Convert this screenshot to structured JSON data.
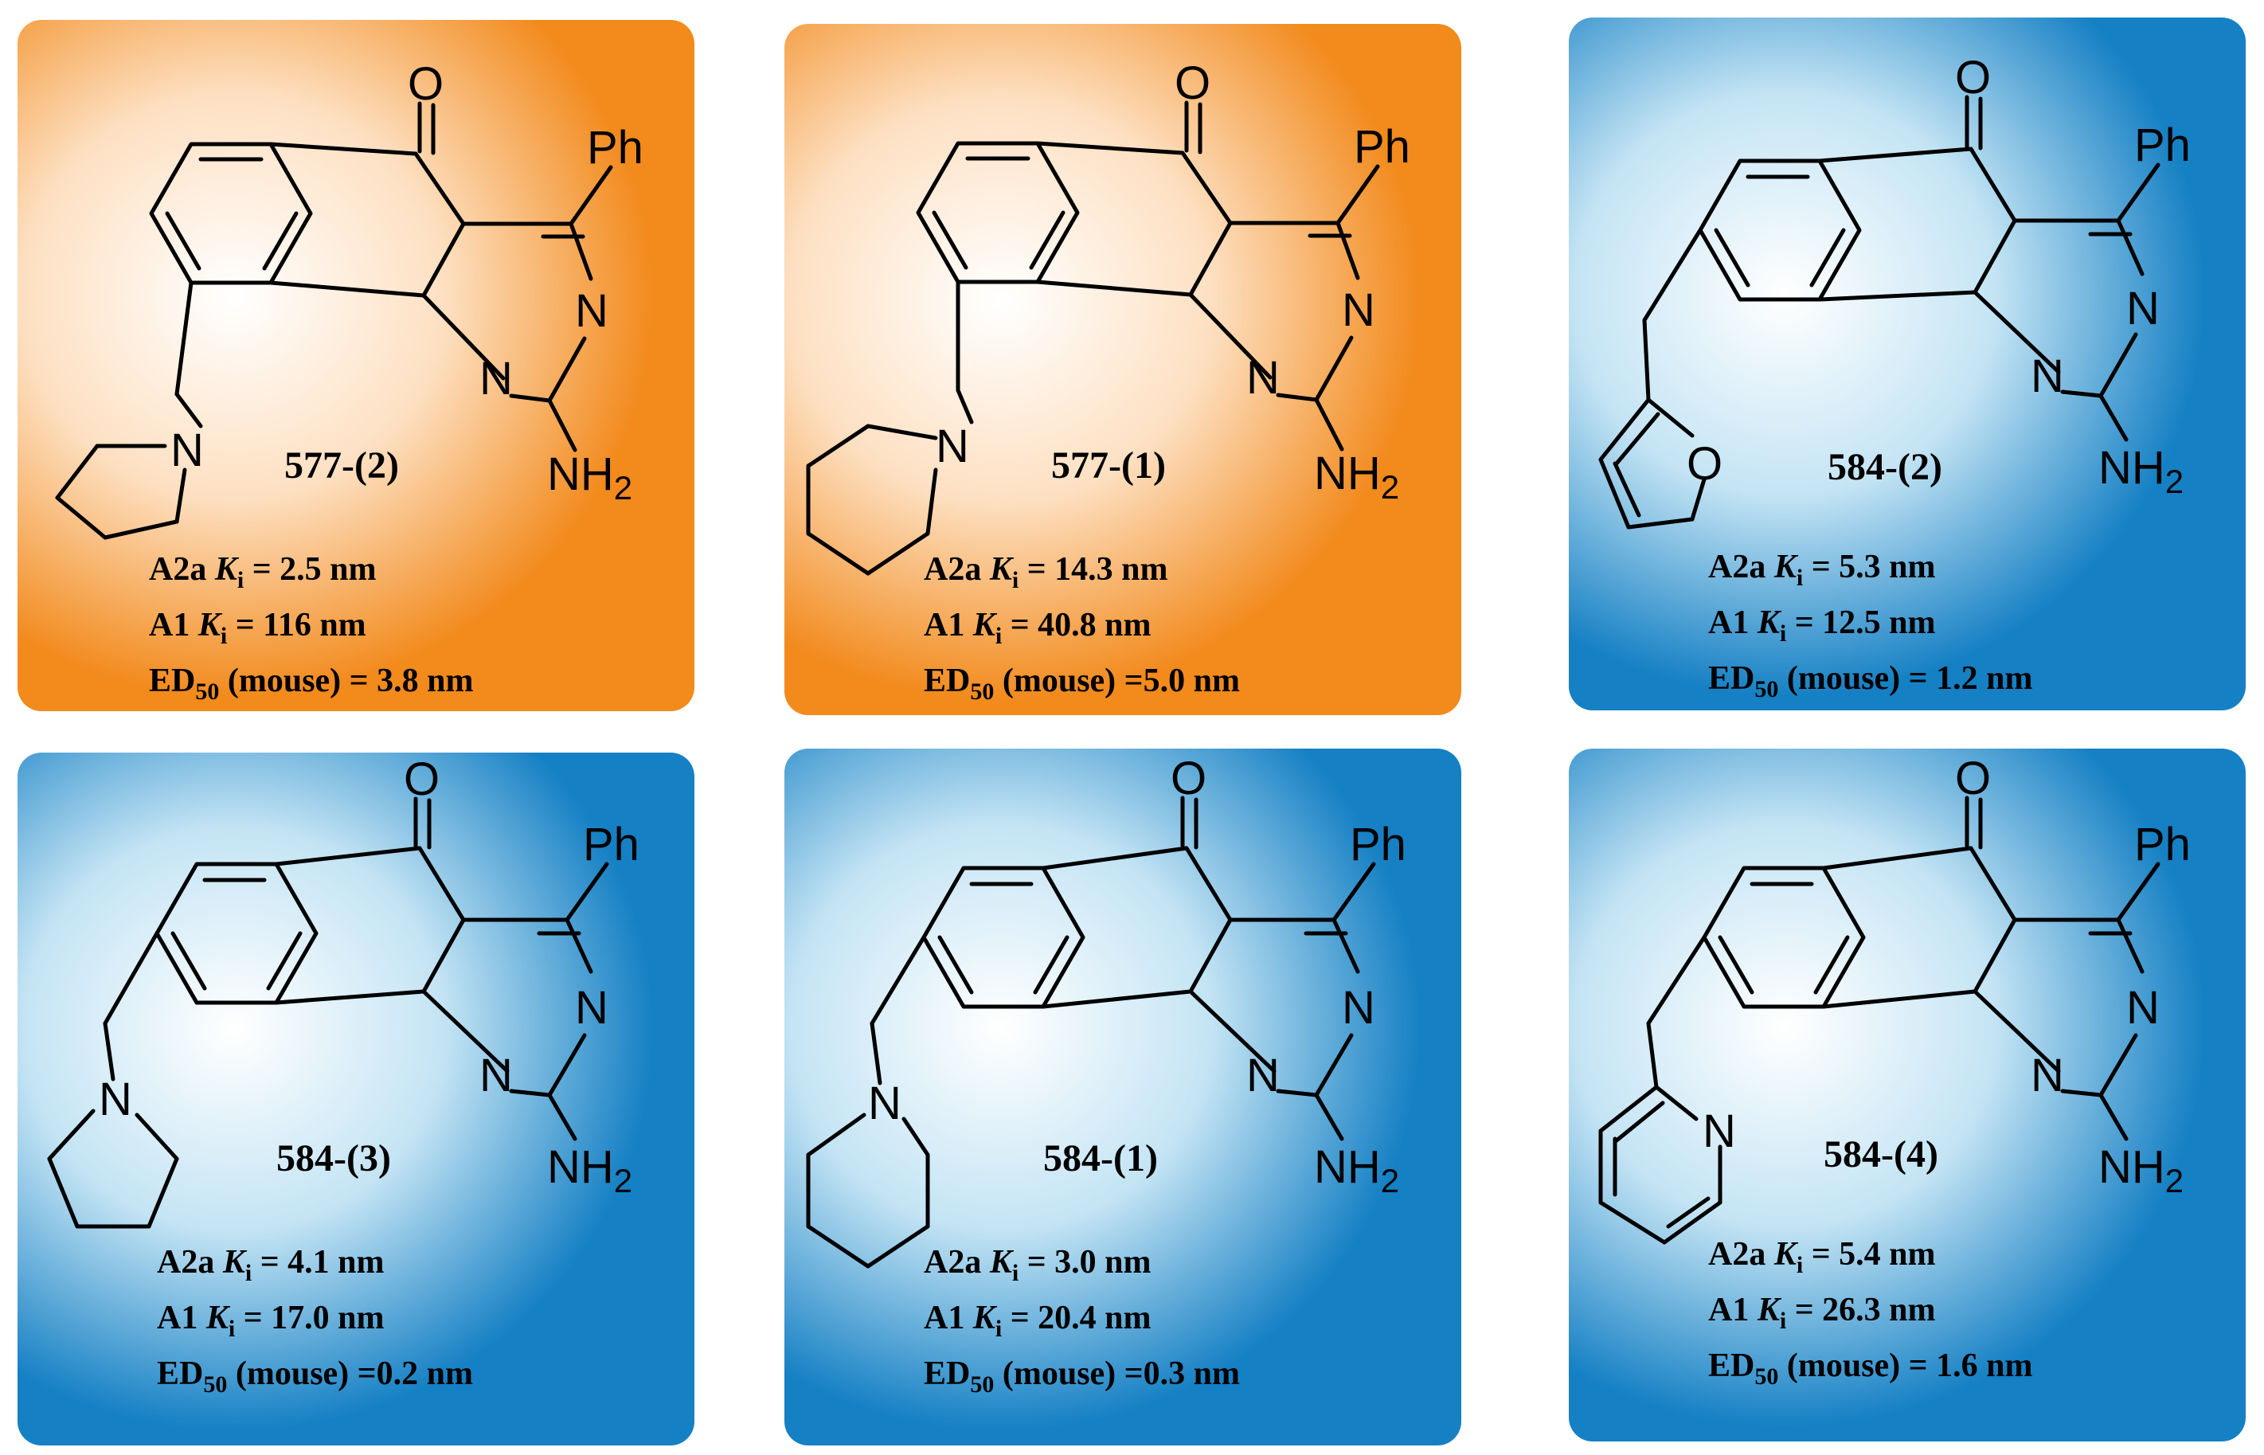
{
  "compounds": [
    {
      "label": "577-(2)",
      "a2a_prefix": "A2a ",
      "a2a_value": " = 2.5 nm",
      "a1_prefix": "A1 ",
      "a1_value": " = 116 nm",
      "ed_prefix": "ED",
      "ed_sub": "50",
      "ed_value": " (mouse) = 3.8 nm"
    },
    {
      "label": "577-(1)",
      "a2a_prefix": "A2a ",
      "a2a_value": " = 14.3 nm",
      "a1_prefix": "A1 ",
      "a1_value": " = 40.8 nm",
      "ed_prefix": "ED",
      "ed_sub": "50",
      "ed_value": " (mouse) =5.0 nm"
    },
    {
      "label": "584-(2)",
      "a2a_prefix": "A2a ",
      "a2a_value": " = 5.3 nm",
      "a1_prefix": "A1 ",
      "a1_value": " = 12.5 nm",
      "ed_prefix": "ED",
      "ed_sub": "50",
      "ed_value": " (mouse) = 1.2 nm"
    },
    {
      "label": "584-(3)",
      "a2a_prefix": "A2a ",
      "a2a_value": " = 4.1 nm",
      "a1_prefix": "A1 ",
      "a1_value": " = 17.0 nm",
      "ed_prefix": "ED",
      "ed_sub": "50",
      "ed_value": " (mouse) =0.2 nm"
    },
    {
      "label": "584-(1)",
      "a2a_prefix": "A2a ",
      "a2a_value": " = 3.0 nm",
      "a1_prefix": "A1 ",
      "a1_value": " = 20.4 nm",
      "ed_prefix": "ED",
      "ed_sub": "50",
      "ed_value": " (mouse) =0.3 nm"
    },
    {
      "label": "584-(4)",
      "a2a_prefix": "A2a ",
      "a2a_value": " = 5.4 nm",
      "a1_prefix": "A1 ",
      "a1_value": " = 26.3 nm",
      "ed_prefix": "ED",
      "ed_sub": "50",
      "ed_value": " (mouse) = 1.6 nm"
    }
  ],
  "atoms": {
    "oxygen": "O",
    "phenyl": "Ph",
    "nitrogen": "N",
    "amine": "NH",
    "amine_sub": "2",
    "ring_o": "O",
    "ring_n": "N"
  },
  "constants": {
    "k_letter": "K",
    "k_sub": "i"
  },
  "colors": {
    "orange_edge": "#f28a1c",
    "blue_edge": "#1580c4",
    "card_center": "#ffffff"
  }
}
